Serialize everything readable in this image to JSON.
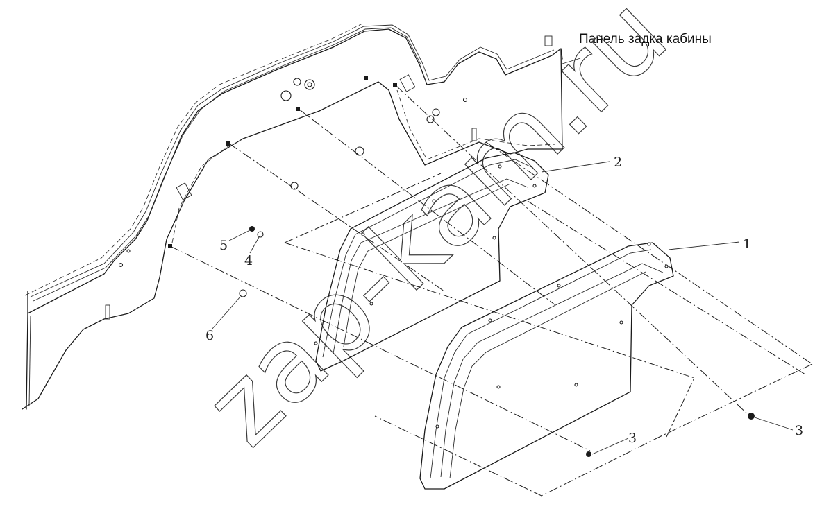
{
  "title": "Панель задка кабины",
  "watermark": "zap-kam.ru",
  "callouts": [
    {
      "id": "1",
      "label": "1"
    },
    {
      "id": "2",
      "label": "2"
    },
    {
      "id": "3a",
      "label": "3"
    },
    {
      "id": "3b",
      "label": "3"
    },
    {
      "id": "4",
      "label": "4"
    },
    {
      "id": "5",
      "label": "5"
    },
    {
      "id": "6",
      "label": "6"
    }
  ],
  "colors": {
    "line": "#1a1a1a",
    "background": "#ffffff"
  }
}
